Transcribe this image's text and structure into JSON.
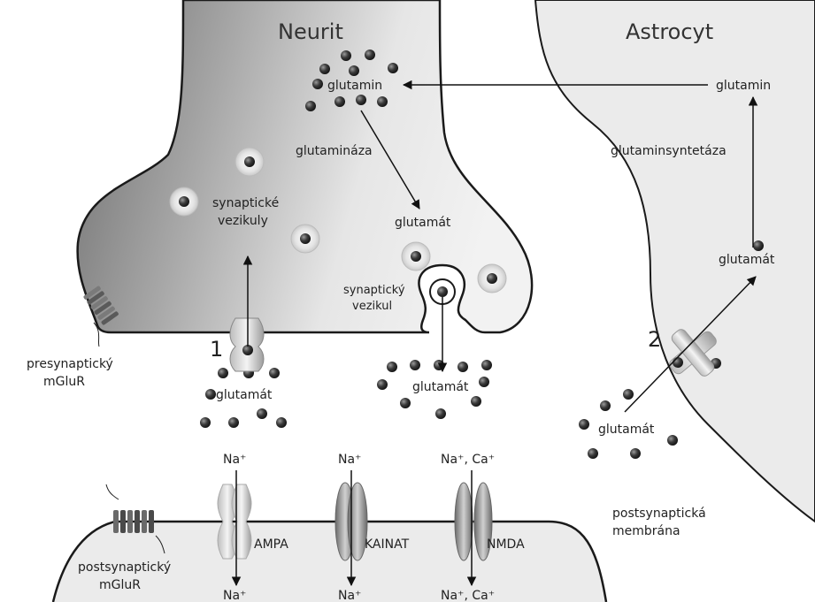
{
  "titles": {
    "neuron": "Neurit",
    "astrocyte": "Astrocyt"
  },
  "labels": {
    "glutamin_neuron": "glutamin",
    "glutamin_astro": "glutamin",
    "glutaminaza": "glutamináza",
    "glutaminsyntetaza": "glutaminsyntetáza",
    "vesicles_1": "synaptické",
    "vesicles_2": "vezikuly",
    "glutamat_inside": "glutamát",
    "vesicle_1": "synaptický",
    "vesicle_2": "vezikul",
    "glutamat_astro": "glutamát",
    "glutamat_cleft_left": "glutamát",
    "glutamat_cleft_mid": "glutamát",
    "glutamat_cleft_right": "glutamát",
    "pre_mglur_1": "presynaptický",
    "pre_mglur_2": "mGluR",
    "post_mglur_1": "postsynaptický",
    "post_mglur_2": "mGluR",
    "post_membrane_1": "postsynaptická",
    "post_membrane_2": "membrána",
    "transporter_1": "1",
    "transporter_2": "2"
  },
  "receptors": [
    {
      "name": "AMPA",
      "ion_in": "Na⁺",
      "ion_out": "Na⁺"
    },
    {
      "name": "KAINAT",
      "ion_in": "Na⁺",
      "ion_out": "Na⁺"
    },
    {
      "name": "NMDA",
      "ion_in": "Na⁺, Ca⁺",
      "ion_out": "Na⁺, Ca⁺"
    }
  ]
}
